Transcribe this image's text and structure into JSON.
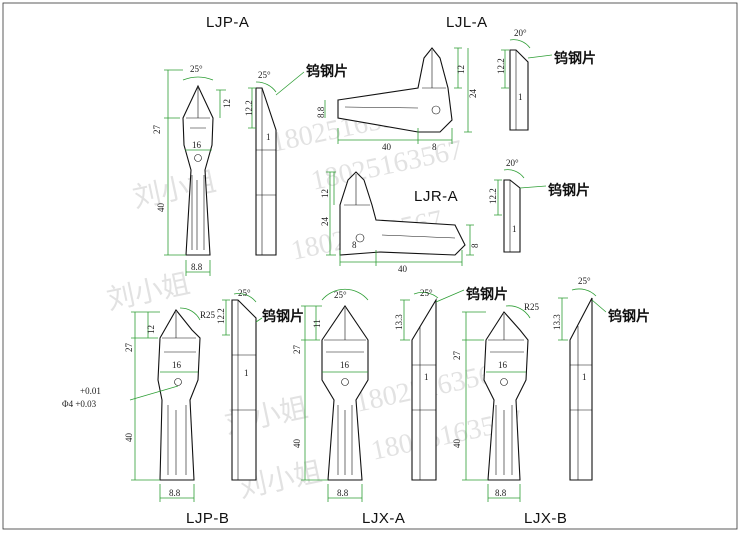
{
  "titles": {
    "ljp_a": "LJP-A",
    "ljl_a": "LJL-A",
    "ljr_a": "LJR-A",
    "ljp_b": "LJP-B",
    "ljx_a": "LJX-A",
    "ljx_b": "LJX-B"
  },
  "insert_label": "钨钢片",
  "dims": {
    "angle25": "25°",
    "angle20": "20°",
    "d12": "12",
    "d27": "27",
    "d16": "16",
    "d40": "40",
    "d8_8": "8.8",
    "d12_2": "12.2",
    "d1": "1",
    "d8": "8",
    "d24": "24",
    "d11": "11",
    "d13_3": "13.3",
    "r25": "R25",
    "tol_plus": "+0.01",
    "tol_main": "Φ4 +0.03"
  },
  "watermarks": {
    "name": "刘小姐",
    "phone": "18025163567"
  },
  "colors": {
    "dimension": "#2e9e35",
    "outline": "#111111"
  }
}
